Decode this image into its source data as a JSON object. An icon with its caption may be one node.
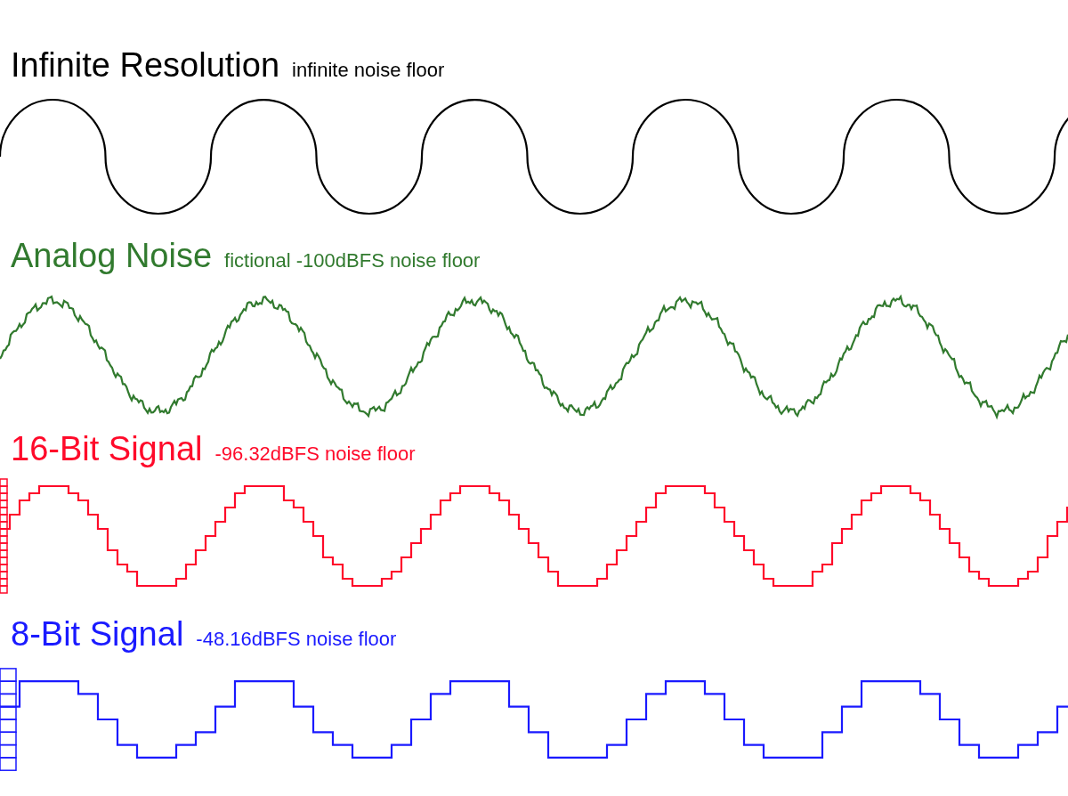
{
  "diagram": {
    "labels": [
      "Infinite Resolution",
      "infinite noise floor",
      "Analog Noise",
      "fictional -100dBFS noise floor",
      "16-Bit Signal",
      "-96.32dBFS noise floor",
      "8-Bit Signal",
      "-48.16dBFS noise floor"
    ]
  }
}
